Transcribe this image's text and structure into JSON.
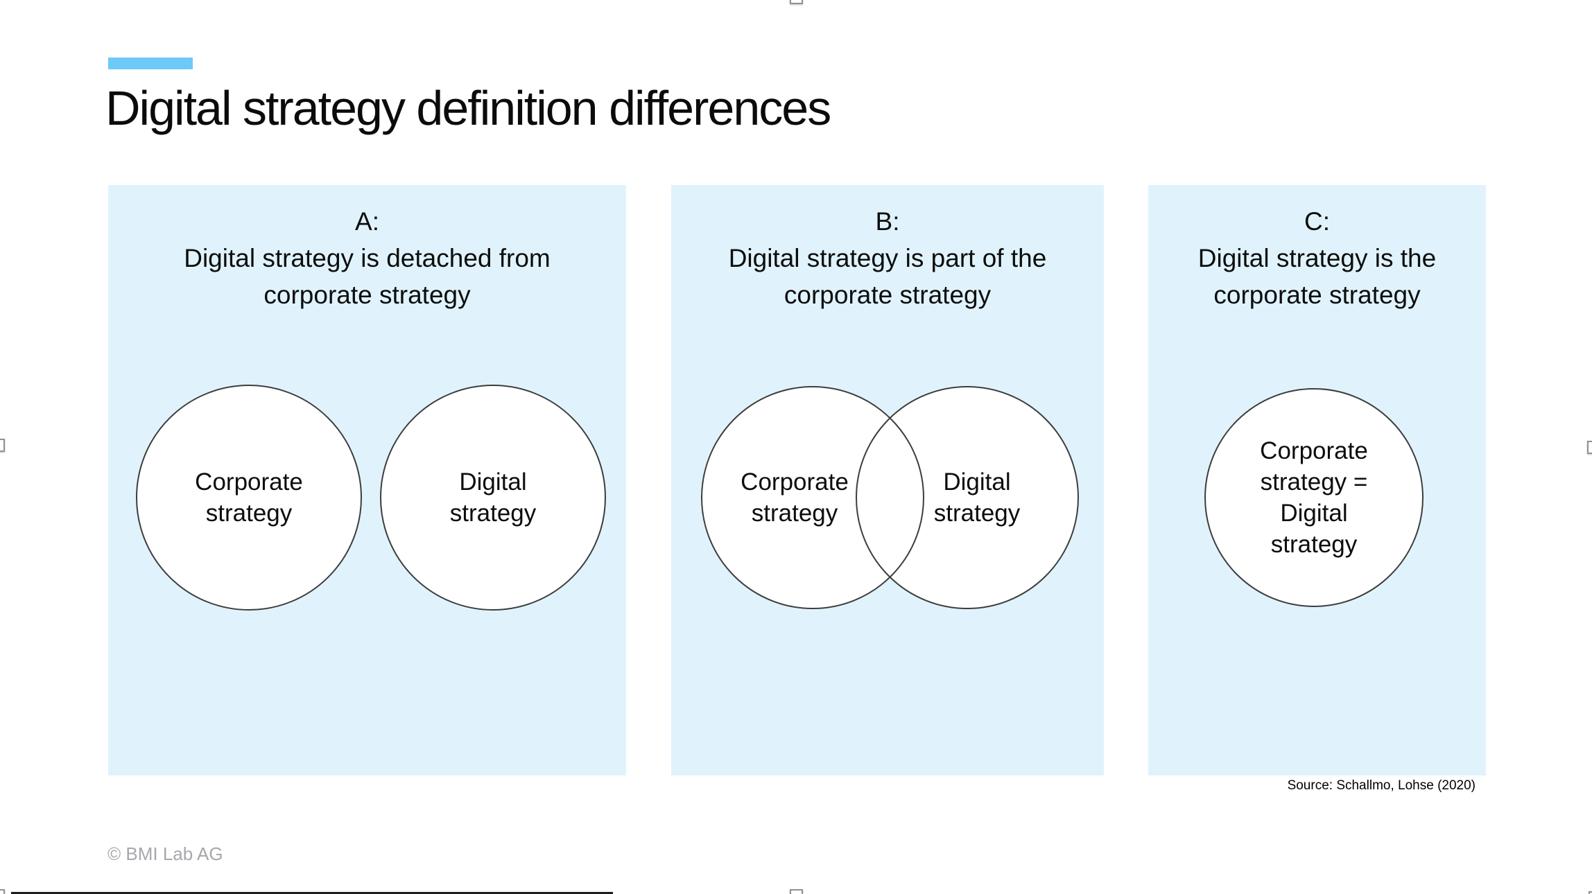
{
  "slide": {
    "title": "Digital strategy definition differences",
    "source_note": "Source: Schallmo, Lohse (2020)",
    "footer": "© BMI Lab AG",
    "colors": {
      "accent": "#6DC9F7",
      "panel_background": "#E0F3FC",
      "circle_fill": "#FFFFFF",
      "circle_stroke": "#3D3D3D",
      "footer_text": "#A7A7AD"
    }
  },
  "panels": [
    {
      "label": "A:",
      "description": "Digital strategy is detached from corporate strategy",
      "circles": [
        {
          "text": "Corporate strategy"
        },
        {
          "text": "Digital strategy"
        }
      ]
    },
    {
      "label": "B:",
      "description": "Digital strategy is part of the corporate strategy",
      "circles": [
        {
          "text": "Corporate strategy"
        },
        {
          "text": "Digital strategy"
        }
      ]
    },
    {
      "label": "C:",
      "description": "Digital strategy is the corporate strategy",
      "circles": [
        {
          "text": "Corporate strategy = Digital strategy"
        }
      ]
    }
  ]
}
